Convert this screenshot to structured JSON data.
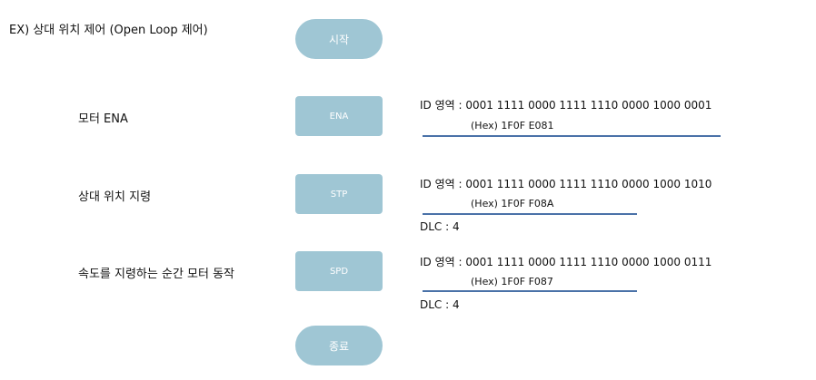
{
  "title": "EX) 상대 위치 제어 (Open Loop 제어)",
  "flow": {
    "start": "시작",
    "end": "종료",
    "steps": [
      {
        "label": "모터 ENA",
        "node": "ENA",
        "id_prefix": "ID 영역 : ",
        "id_bits": "0001 1111 0000 1111 1110 0000 1000 0001",
        "hex": "(Hex) 1F0F E081",
        "dlc": ""
      },
      {
        "label": "상대 위치 지령",
        "node": "STP",
        "id_prefix": "ID 영역 : ",
        "id_bits": "0001 1111 0000 1111 1110 0000 1000 1010",
        "hex": "(Hex) 1F0F F08A",
        "dlc": "DLC : 4"
      },
      {
        "label": "속도를 지령하는 순간 모터 동작",
        "node": "SPD",
        "id_prefix": "ID 영역 : ",
        "id_bits": "0001 1111 0000 1111 1110 0000 1000 0111",
        "hex": "(Hex) 1F0F F087",
        "dlc": "DLC : 4"
      }
    ]
  },
  "colors": {
    "node_fill": "#9fc6d4",
    "node_text": "#ffffff",
    "underline": "#4a72a8"
  }
}
